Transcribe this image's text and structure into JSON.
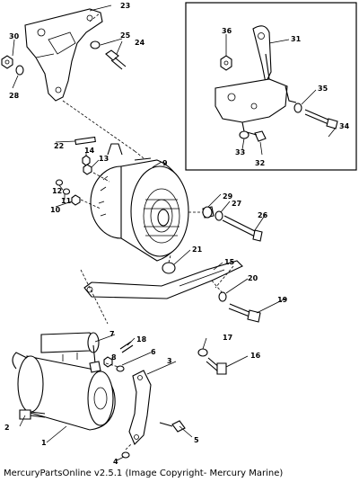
{
  "caption": "MercuryPartsOnline v2.5.1 (Image Copyright- Mercury Marine)",
  "callouts": {
    "c1": "1",
    "c2": "2",
    "c3": "3",
    "c4": "4",
    "c5": "5",
    "c6": "6",
    "c7": "7",
    "c8": "8",
    "c9": "9",
    "c10": "10",
    "c11": "11",
    "c12": "12",
    "c13": "13",
    "c14": "14",
    "c15": "15",
    "c16": "16",
    "c17": "17",
    "c18": "18",
    "c19": "19",
    "c20": "20",
    "c21": "21",
    "c22": "22",
    "c23": "23",
    "c24": "24",
    "c25": "25",
    "c26": "26",
    "c27": "27",
    "c28": "28",
    "c29": "29",
    "c30": "30",
    "c31": "31",
    "c32": "32",
    "c33": "33",
    "c34": "34",
    "c35": "35",
    "c36": "36"
  }
}
